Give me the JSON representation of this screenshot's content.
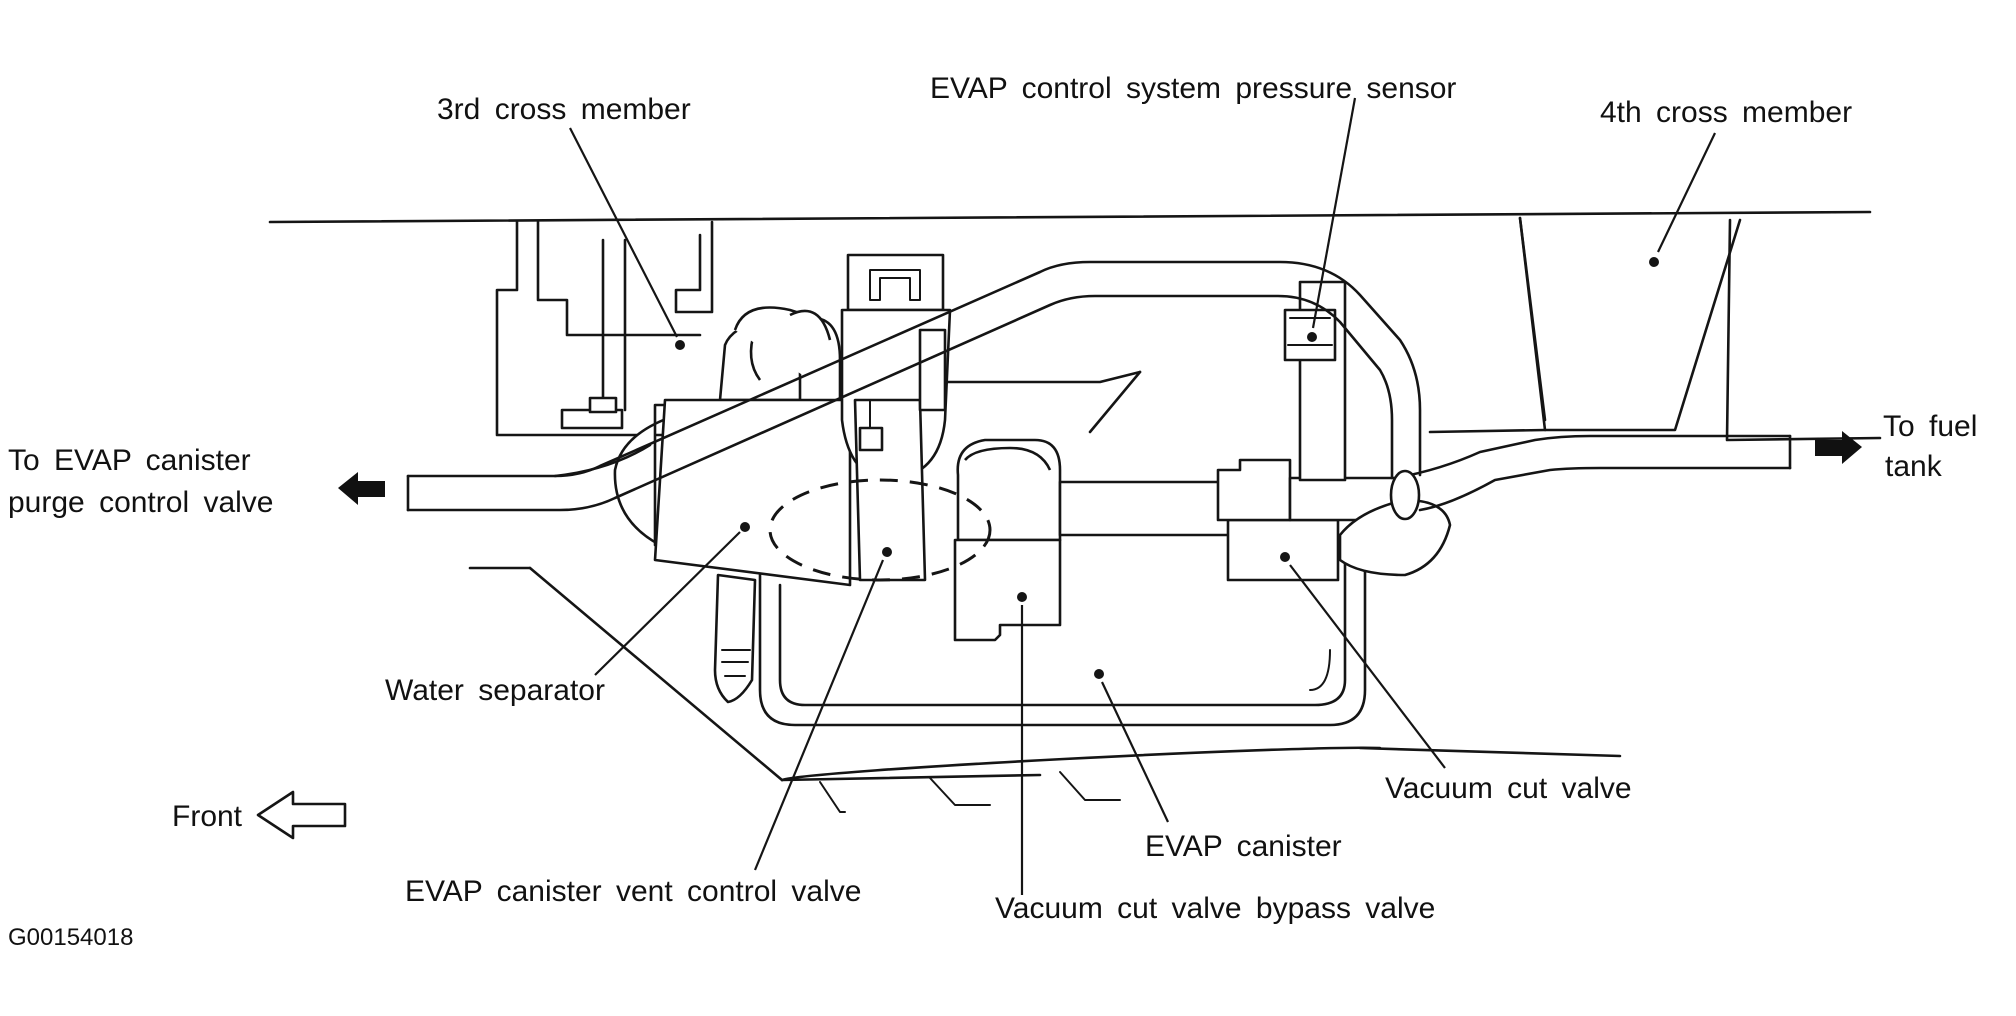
{
  "labels": {
    "third_cross_member": "3rd cross member",
    "pressure_sensor": "EVAP control system pressure sensor",
    "fourth_cross_member": "4th cross member",
    "to_purge_valve_line1": "To EVAP canister",
    "to_purge_valve_line2": "purge control valve",
    "to_fuel_tank_line1": "To fuel",
    "to_fuel_tank_line2": "tank",
    "water_separator": "Water separator",
    "vent_control_valve": "EVAP canister vent control valve",
    "evap_canister": "EVAP canister",
    "vacuum_cut_valve": "Vacuum cut valve",
    "bypass_valve": "Vacuum cut valve bypass valve",
    "front": "Front",
    "figure_code": "G00154018"
  },
  "colors": {
    "line": "#151515",
    "background": "#ffffff"
  },
  "icons": {
    "left_solid_arrow": "solid-arrow-left-icon",
    "right_solid_arrow": "solid-arrow-right-icon",
    "front_arrow": "hollow-arrow-left-icon"
  }
}
